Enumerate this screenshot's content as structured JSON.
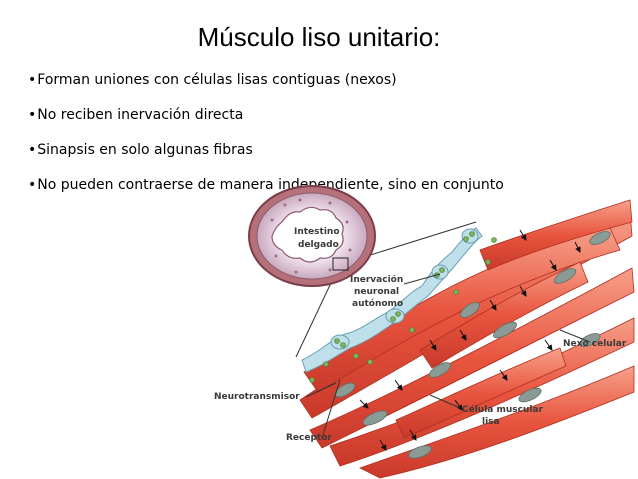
{
  "slide": {
    "title": "Músculo liso unitario:",
    "bullet_marker": "•",
    "bullets": [
      "Forman uniones con células lisas contiguas (nexos)",
      "No reciben inervación directa",
      "Sinapsis en solo algunas fibras",
      "No pueden contraerse de manera independiente, sino en conjunto"
    ]
  },
  "figure": {
    "labels": {
      "intestino_1": "Intestino",
      "intestino_2": "delgado",
      "inervacion_1": "Inervación",
      "inervacion_2": "neuronal",
      "inervacion_3": "autónomo",
      "nexo": "Nexo celular",
      "neurotransmisor": "Neurotransmisor",
      "celula_1": "Célula muscular",
      "celula_2": "lisa",
      "receptor": "Receptor"
    },
    "colors": {
      "muscle": "#e8553f",
      "muscle_light": "#f7a08a",
      "nucleus": "#8a9a94",
      "nerve": "#bfe0ea",
      "vesicle": "#7bb35a"
    }
  }
}
